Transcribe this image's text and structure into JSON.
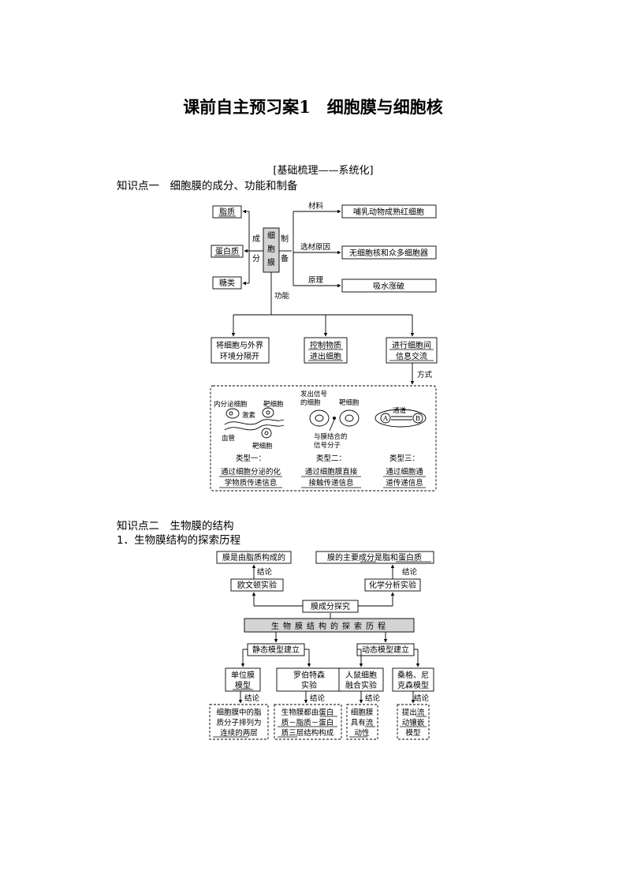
{
  "title": "课前自主预习案1　细胞膜与细胞核",
  "subheading": "[基础梳理——系统化]",
  "section1": {
    "heading": "知识点一　细胞膜的成分、功能和制备",
    "membrane": [
      "细",
      "胞",
      "膜"
    ],
    "components_label": [
      "成",
      "分"
    ],
    "components": [
      "脂质",
      "蛋白质",
      "糖类"
    ],
    "prep_label": [
      "制",
      "备"
    ],
    "prep": [
      {
        "label": "材料",
        "value": "哺乳动物成熟红细胞"
      },
      {
        "label": "选材原因",
        "value": "无细胞核和众多细胞器"
      },
      {
        "label": "原理",
        "value": "吸水涨破"
      }
    ],
    "function_label": "功能",
    "functions": [
      [
        "将细胞与外界",
        "环境分隔开"
      ],
      [
        "控制物质",
        "进出细胞"
      ],
      [
        "进行细胞间",
        "信息交流"
      ]
    ],
    "mode_label": "方式",
    "type1": {
      "labels": [
        "内分泌细胞",
        "激素",
        "靶细胞",
        "血管",
        "靶细胞"
      ],
      "name": "类型一：",
      "desc": [
        "通过细胞分泌的化",
        "学物质传递信息"
      ]
    },
    "type2": {
      "labels": [
        "发出信号",
        "的细胞",
        "靶细胞",
        "与膜结合的",
        "信号分子"
      ],
      "name": "类型二：",
      "desc": [
        "通过细胞膜直接",
        "接触传递信息"
      ]
    },
    "type3": {
      "labels": [
        "通道",
        "A",
        "B"
      ],
      "name": "类型三：",
      "desc": [
        "通过细胞通",
        "道传递信息"
      ]
    }
  },
  "section2": {
    "heading": "知识点二　生物膜的结构",
    "subheading": "1．生物膜结构的探索历程",
    "top_left": "膜是由脂质构成的",
    "top_right": "膜的主要成分是脂和蛋白质",
    "conclusion": "结论",
    "overton": "欧文顿实验",
    "chem": "化学分析实验",
    "explore": "膜成分探究",
    "bar": "生物膜结构的探索历程",
    "static": "静态模型建立",
    "dynamic": "动态模型建立",
    "unit": [
      "单位膜",
      "模型"
    ],
    "robertson": [
      "罗伯特森",
      "实验"
    ],
    "fusion": [
      "人鼠细胞",
      "融合实验"
    ],
    "singer": [
      "桑格、尼",
      "克森模型"
    ],
    "r1": [
      "细胞膜中的脂",
      "质分子排列为",
      "连续的两层"
    ],
    "r2": [
      "生物膜都由蛋白",
      "质－脂质－蛋白",
      "质三层结构构成"
    ],
    "r3": [
      "细胞膜",
      "具有流",
      "动性"
    ],
    "r4": [
      "提出流",
      "动镶嵌",
      "模型"
    ]
  }
}
